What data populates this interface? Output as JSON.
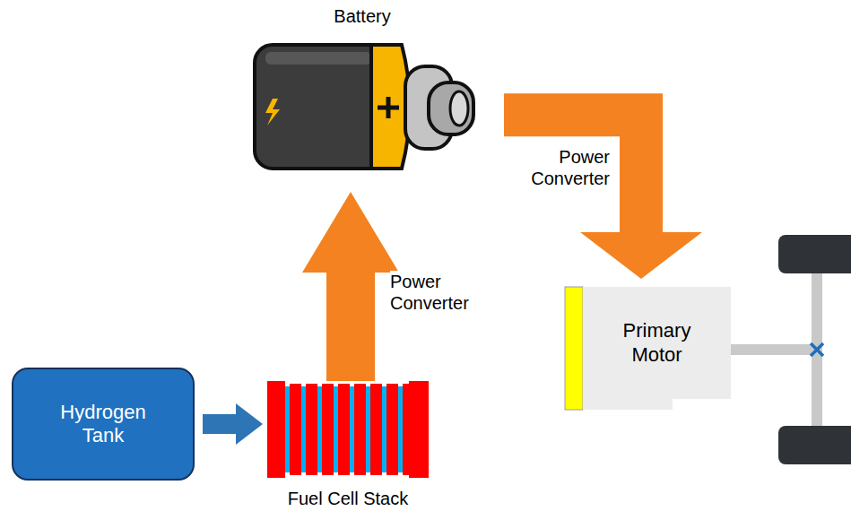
{
  "diagram": {
    "nodes": [
      {
        "text": [
          "Battery"
        ]
      },
      {
        "text": [
          "Hydrogen Tank"
        ]
      },
      {
        "text": [
          "Fuel Cell Stack"
        ]
      },
      {
        "text": [
          "Primary Motor"
        ]
      }
    ],
    "edges": [
      {
        "from": 1,
        "to": 2,
        "arrow": "to"
      },
      {
        "from": 2,
        "to": 0,
        "label": "Power Converter",
        "arrow": "to"
      },
      {
        "from": 0,
        "to": 3,
        "label": "Power Converter",
        "arrow": "to"
      }
    ]
  }
}
